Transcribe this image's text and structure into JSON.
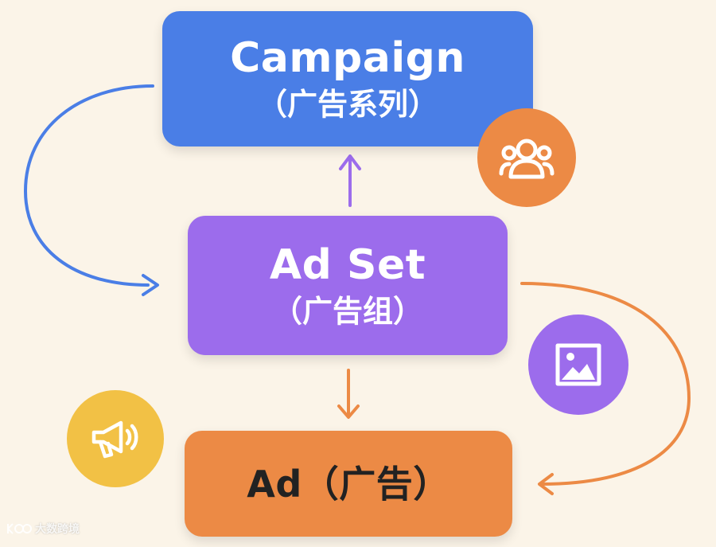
{
  "nodes": {
    "campaign": {
      "title": "Campaign",
      "subtitle": "（广告系列）"
    },
    "adset": {
      "title": "Ad Set",
      "subtitle": "（广告组）"
    },
    "ad": {
      "title": "Ad（广告）"
    }
  },
  "icons": {
    "users": "users-icon",
    "image": "image-icon",
    "megaphone": "megaphone-icon"
  },
  "colors": {
    "background": "#fbf4e8",
    "campaign": "#4a7ee6",
    "adset": "#9c6cec",
    "ad": "#ec8a45",
    "megaphone_circle": "#f2c145"
  },
  "watermark": {
    "text": "大数跨境"
  }
}
